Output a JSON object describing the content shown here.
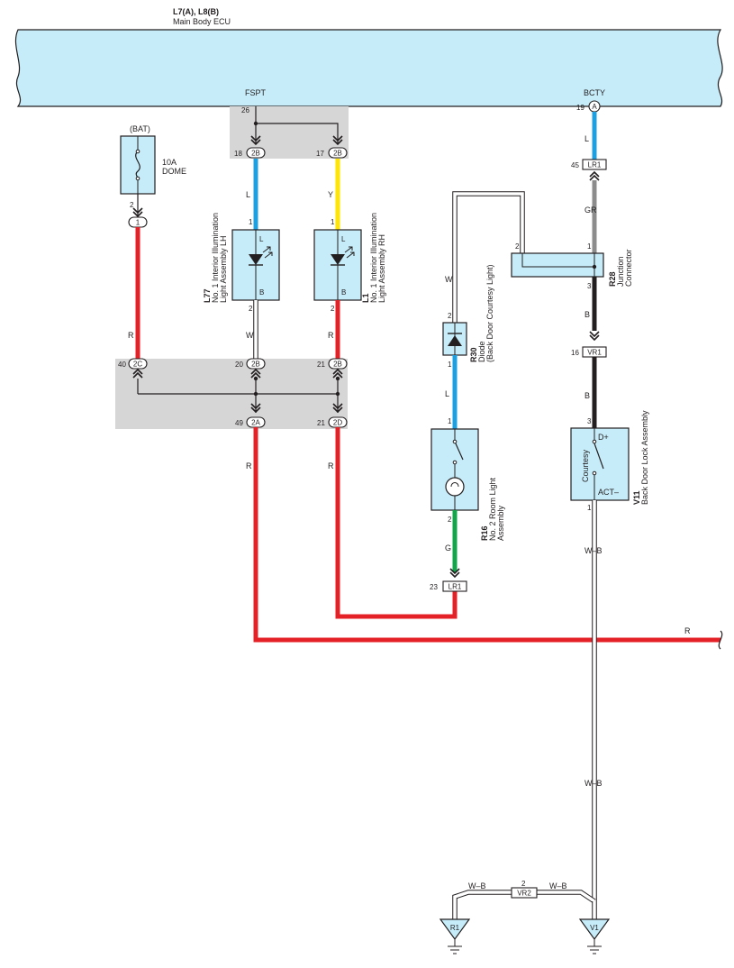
{
  "ecu": {
    "code": "L7(A), L8(B)",
    "name": "Main Body ECU",
    "fspt": "FSPT",
    "bcty": "BCTY"
  },
  "colors": {
    "ecu_fill": "#c6ecf9",
    "junction_fill": "#d6d6d6",
    "part_fill": "#c6ecf9",
    "red": "#e42127",
    "blue": "#1ba1e2",
    "yellow": "#ffe500",
    "gray": "#8c8c8c",
    "black": "#231f20",
    "green": "#11a64a"
  },
  "pins": {
    "p26": "26",
    "p18": "18",
    "p17": "17",
    "p19": "19",
    "p45": "45",
    "p1_r28": "1",
    "p2_r28": "2",
    "p3_r28": "3",
    "p16": "16",
    "p3_v11": "3",
    "p1_v11": "1",
    "p40": "40",
    "p20": "20",
    "p21a": "21",
    "p49": "49",
    "p21b": "21",
    "p23": "23",
    "p2_fuse": "2",
    "p1_l77": "1",
    "p2_l77": "2",
    "p1_l1": "1",
    "p2_l1": "2",
    "p2_r30": "2",
    "p1_r30": "1",
    "p1_r16": "1",
    "p2_r16": "2",
    "p2_vr2": "2"
  },
  "connectors": {
    "c2b_a": "2B",
    "c2b_b": "2B",
    "a": "A",
    "lr1_top": "LR1",
    "vr1": "VR1",
    "c2c": "2C",
    "c2b_c": "2B",
    "c2b_d": "2B",
    "c2a": "2A",
    "c2d": "2D",
    "lr1_bot": "LR1",
    "c1": "1",
    "vr2": "VR2",
    "r1": "R1",
    "v1": "V1"
  },
  "wires": {
    "l1": "L",
    "y": "Y",
    "l2": "L",
    "gr": "GR",
    "w1": "W",
    "b1": "B",
    "b2": "B",
    "r1": "R",
    "w2": "W",
    "r2": "R",
    "l3": "L",
    "r3": "R",
    "r4": "R",
    "g": "G",
    "wb1": "W–B",
    "r5": "R",
    "wb2": "W–B",
    "wb3": "W–B",
    "wb4": "W–B"
  },
  "fuse": {
    "source": "(BAT)",
    "rating": "10A",
    "name": "DOME"
  },
  "l77": {
    "code": "L77",
    "line1": "No. 1 Interior Illumination",
    "line2": "Light Assembly LH",
    "pinL": "L",
    "pinB": "B"
  },
  "l1": {
    "code": "L1",
    "line1": "No. 1 Interior Illumination",
    "line2": "Light Assembly RH",
    "pinL": "L",
    "pinB": "B"
  },
  "r30": {
    "code": "R30",
    "line1": "Diode",
    "line2": "(Back Door Courtesy Light)"
  },
  "r28": {
    "code": "R28",
    "line1": "Junction",
    "line2": "Connector"
  },
  "r16": {
    "code": "R16",
    "line1": "No. 2 Room Light",
    "line2": "Assembly"
  },
  "v11": {
    "code": "V11",
    "line1": "Back Door Lock Assembly",
    "switch_label": "Courtesy",
    "d_plus": "D+",
    "act_minus": "ACT–"
  }
}
